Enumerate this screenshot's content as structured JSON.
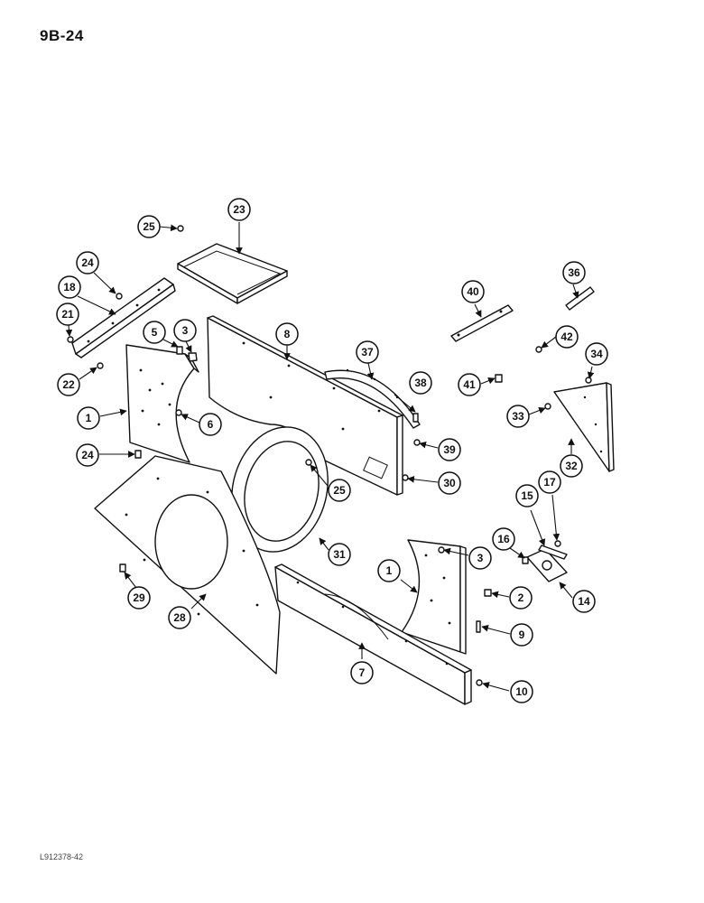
{
  "page": {
    "number": "9B-24",
    "code": "L912378-42"
  },
  "colors": {
    "ink": "#111111",
    "paper": "#ffffff"
  },
  "callouts": [
    {
      "id": "c25a",
      "label": "25"
    },
    {
      "id": "c23",
      "label": "23"
    },
    {
      "id": "c24a",
      "label": "24"
    },
    {
      "id": "c18",
      "label": "18"
    },
    {
      "id": "c21",
      "label": "21"
    },
    {
      "id": "c22",
      "label": "22"
    },
    {
      "id": "c5",
      "label": "5"
    },
    {
      "id": "c3a",
      "label": "3"
    },
    {
      "id": "c8",
      "label": "8"
    },
    {
      "id": "c37",
      "label": "37"
    },
    {
      "id": "c38",
      "label": "38"
    },
    {
      "id": "c40",
      "label": "40"
    },
    {
      "id": "c36",
      "label": "36"
    },
    {
      "id": "c42",
      "label": "42"
    },
    {
      "id": "c34",
      "label": "34"
    },
    {
      "id": "c41",
      "label": "41"
    },
    {
      "id": "c33",
      "label": "33"
    },
    {
      "id": "c32",
      "label": "32"
    },
    {
      "id": "c1a",
      "label": "1"
    },
    {
      "id": "c6",
      "label": "6"
    },
    {
      "id": "c39",
      "label": "39"
    },
    {
      "id": "c24b",
      "label": "24"
    },
    {
      "id": "c30",
      "label": "30"
    },
    {
      "id": "c25b",
      "label": "25"
    },
    {
      "id": "c31",
      "label": "31"
    },
    {
      "id": "c3b",
      "label": "3"
    },
    {
      "id": "c16",
      "label": "16"
    },
    {
      "id": "c15",
      "label": "15"
    },
    {
      "id": "c17",
      "label": "17"
    },
    {
      "id": "c1b",
      "label": "1"
    },
    {
      "id": "c2",
      "label": "2"
    },
    {
      "id": "c14",
      "label": "14"
    },
    {
      "id": "c29",
      "label": "29"
    },
    {
      "id": "c28",
      "label": "28"
    },
    {
      "id": "c9",
      "label": "9"
    },
    {
      "id": "c7",
      "label": "7"
    },
    {
      "id": "c10",
      "label": "10"
    }
  ]
}
